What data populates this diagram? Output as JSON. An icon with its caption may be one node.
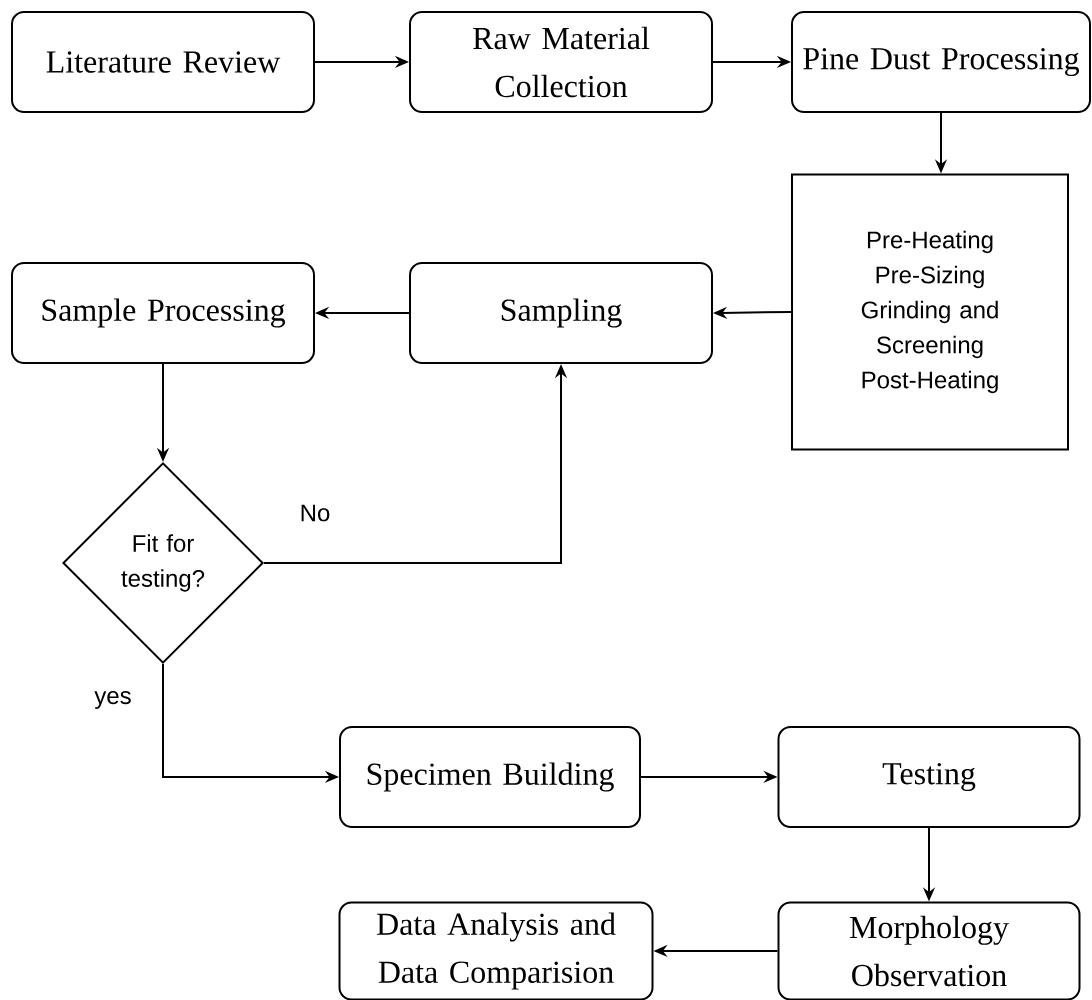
{
  "diagram": {
    "nodes": [
      {
        "text": [
          "Literature Review"
        ]
      },
      {
        "text": [
          "Raw Material Collection"
        ]
      },
      {
        "text": [
          "Pine Dust Processing"
        ]
      },
      {
        "text": [
          "Pre-Heating",
          "Pre-Sizing",
          "Grinding and Screening",
          "Post-Heating"
        ]
      },
      {
        "text": [
          "Sampling"
        ]
      },
      {
        "text": [
          "Sample Processing"
        ]
      },
      {
        "text": [
          "Fit for testing?"
        ]
      },
      {
        "text": [
          "Specimen Building"
        ]
      },
      {
        "text": [
          "Testing"
        ]
      },
      {
        "text": [
          "Morphology Observation"
        ]
      },
      {
        "text": [
          "Data Analysis and Data Comparision"
        ]
      }
    ],
    "edges": [
      {
        "from": 0,
        "to": 1,
        "arrow": "to"
      },
      {
        "from": 1,
        "to": 2,
        "arrow": "to"
      },
      {
        "from": 2,
        "to": 3,
        "arrow": "to"
      },
      {
        "from": 3,
        "to": 4,
        "arrow": "to"
      },
      {
        "from": 4,
        "to": 5,
        "arrow": "to"
      },
      {
        "from": 5,
        "to": 6,
        "arrow": "to"
      },
      {
        "from": 6,
        "to": 4,
        "arrow": "to",
        "label": "No"
      },
      {
        "from": 6,
        "to": 7,
        "arrow": "to",
        "label": "yes"
      },
      {
        "from": 7,
        "to": 8,
        "arrow": "to"
      },
      {
        "from": 8,
        "to": 9,
        "arrow": "to"
      },
      {
        "from": 9,
        "to": 10,
        "arrow": "to"
      }
    ]
  }
}
